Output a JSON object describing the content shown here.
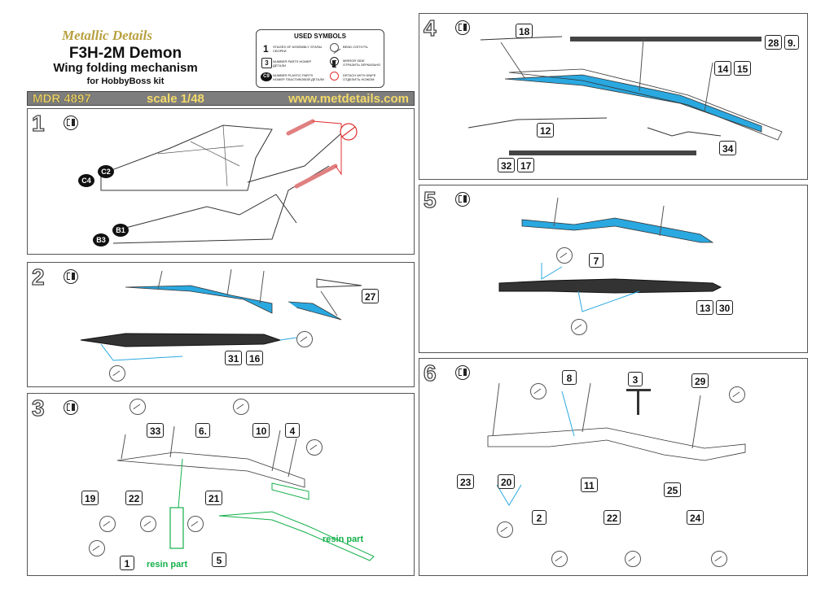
{
  "header": {
    "brand": "Metallic Details",
    "model": "F3H-2M Demon",
    "subtitle": "Wing folding mechanism",
    "kit": "for HobbyBoss kit",
    "code": "MDR 4897",
    "scale": "scale 1/48",
    "url": "www.metdetails.com"
  },
  "symbols": {
    "title": "USED SYMBOLS",
    "items": [
      {
        "mark": "1",
        "text": "STAGES OF ASSEMBLY ЭТАПЫ СБОРКИ"
      },
      {
        "mark": "3",
        "text": "NUMBER PARTS НОМЕР ДЕТАЛИ"
      },
      {
        "mark": "C9",
        "text": "NUMBER PLASTIC PARTS НОМЕР ПЛАСТИКОВОЙ ДЕТАЛИ"
      },
      {
        "mark": "bend",
        "text": "BEND СОГНУТЬ"
      },
      {
        "mark": "mirror",
        "text": "MIRROR SIDE ОТРАЗИТЬ ЗЕРКАЛЬНО"
      },
      {
        "mark": "detach",
        "text": "DETACH WITH KNIFE ОТДЕЛИТЬ НОЖОМ"
      }
    ]
  },
  "steps": {
    "s1": {
      "num": "1",
      "labels": [
        "C2",
        "C4",
        "B1",
        "B3"
      ]
    },
    "s2": {
      "num": "2",
      "parts": [
        "27",
        "31",
        "16"
      ]
    },
    "s3": {
      "num": "3",
      "parts": [
        "33",
        "6.",
        "10",
        "4",
        "19",
        "22",
        "21",
        "1",
        "5"
      ],
      "resin1": "resin part",
      "resin2": "resin part"
    },
    "s4": {
      "num": "4",
      "parts": [
        "18",
        "28",
        "9.",
        "14",
        "15",
        "12",
        "34",
        "32",
        "17"
      ]
    },
    "s5": {
      "num": "5",
      "parts": [
        "7",
        "13",
        "30"
      ]
    },
    "s6": {
      "num": "6",
      "parts": [
        "8",
        "3",
        "29",
        "23",
        "20",
        "11",
        "25",
        "2",
        "22",
        "24"
      ]
    }
  },
  "colors": {
    "brand": "#b8a040",
    "bar": "#7d7d7d",
    "barText": "#f3d96a",
    "blue": "#2aa8e0",
    "green": "#14b04a",
    "red": "#e03030"
  }
}
